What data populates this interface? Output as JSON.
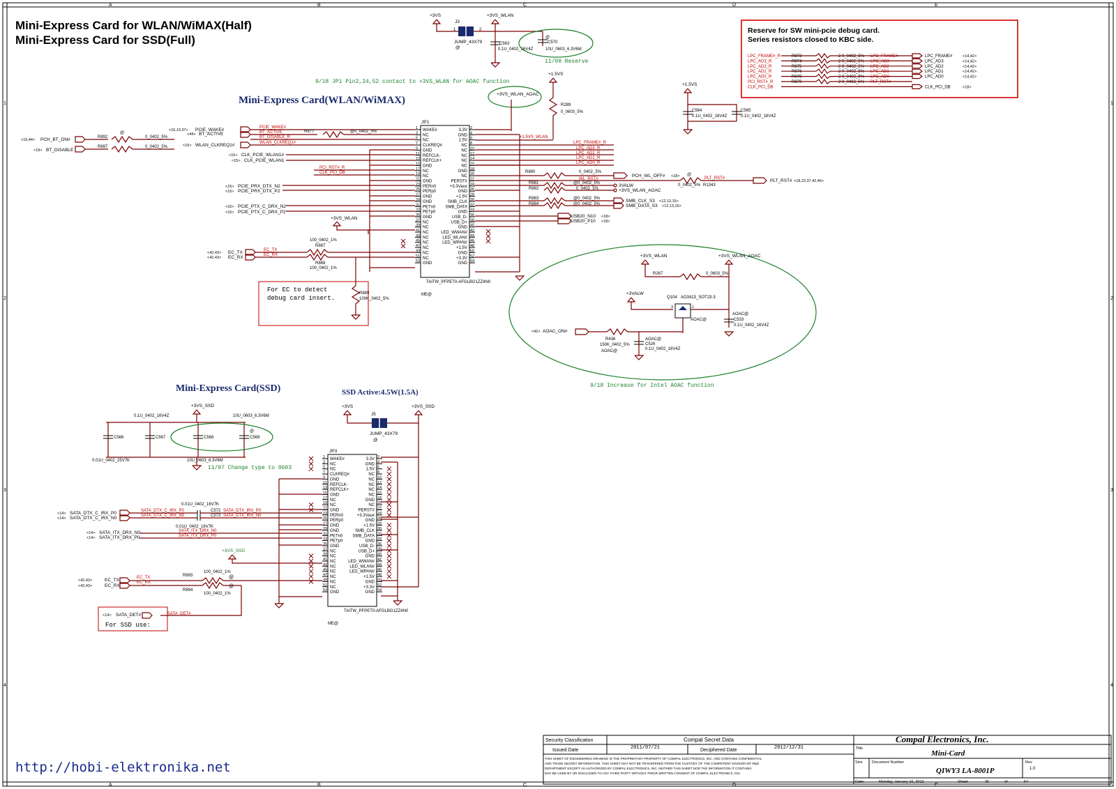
{
  "titles": {
    "line1": "Mini-Express Card for WLAN/WiMAX(Half)",
    "line2": "Mini-Express Card for SSD(Full)"
  },
  "reserve_box": {
    "line1": "Reserve for SW mini-pcie debug card.",
    "line2": "Series resistors closed to KBC side.",
    "rows": [
      {
        "left": "LPC_FRAME#_R",
        "ref": "R873",
        "val": "0_0402_5%",
        "right": "LPC_FRAME#",
        "net": "LPC_FRAME#",
        "refs": "<14,42>"
      },
      {
        "left": "LPC_AD3_R",
        "ref": "R874",
        "val": "0_0402_5%",
        "right": "LPC_AD3",
        "net": "LPC_AD3",
        "refs": "<14,42>"
      },
      {
        "left": "LPC_AD2_R",
        "ref": "R875",
        "val": "0_0402_5%",
        "right": "LPC_AD2",
        "net": "LPC_AD2",
        "refs": "<14,42>"
      },
      {
        "left": "LPC_AD1_R",
        "ref": "R876",
        "val": "0_0402_5%",
        "right": "LPC_AD1",
        "net": "LPC_AD1",
        "refs": "<14,42>"
      },
      {
        "left": "LPC_AD0_R",
        "ref": "R878",
        "val": "0_0402_5%",
        "right": "LPC_AD0",
        "net": "LPC_AD0",
        "refs": "<14,42>"
      },
      {
        "left": "PCI_RST#_R",
        "ref": "R879",
        "val": "0_0402_5%",
        "right": "PLT_RST#",
        "net": "",
        "refs": ""
      },
      {
        "left": "CLK_PCI_DB",
        "ref": "",
        "val": "",
        "right": "",
        "net": "CLK_PCI_DB",
        "refs": "<18>"
      }
    ]
  },
  "top_jumper": {
    "p3vs": "+3VS",
    "j3": "J3",
    "jump": "JUMP_43X79",
    "at": "@",
    "p3vs_wlan": "+3VS_WLAN",
    "c563": "C563",
    "c563v": "0.1U_0402_16V4Z",
    "c570": "C570",
    "c570v": "10U_0603_6.3V6M",
    "note": "11/08 Reserve"
  },
  "note_jp1": "9/18 JP1 Pin2,24,52  contact to +3VS_WLAN for AOAC function",
  "wlan_title": "Mini-Express Card(WLAN/WiMAX)",
  "aoac_bubble": "+3VS_WLAN_AOAC",
  "r289": {
    "p": "+1.5VS",
    "ref": "R289",
    "val": "0_0603_5%"
  },
  "c564": {
    "p": "+1.5VS",
    "ref": "C564",
    "val": "0.1U_0402_16V4Z",
    "ref2": "C565",
    "val2": "0.1U_0402_16V4Z"
  },
  "left_nets": {
    "pcie_wake": "PCIE_WAKE#",
    "pcie_wake_refs": "<16,19,37>",
    "bt_active": "BT_ACTIVE",
    "bt_active_refs": "<44>",
    "wlan_clkreq": "WLAN_CLKREQ1#",
    "wlan_clkreq_refs": "<15>",
    "pch_bt_on": "PCH_BT_ON#",
    "pch_bt_on_refs": "<19,44>",
    "bt_disable": "BT_DISABLE",
    "bt_disable_refs": "<19>",
    "r892": "R892",
    "r897": "R897",
    "rval": "0_0402_5%",
    "at": "@",
    "r877": "R877",
    "r877v": "@0_0402_5%",
    "clk_p": "CLK_PCIE_WLAN1#",
    "clk_n": "CLK_PCIE_WLAN1",
    "clk_refs": "<15>",
    "pci_rst": "PCI_RST#_R",
    "clk_pci_db": "CLK_PCI_DB",
    "prx_n": "PCIE_PRX_DTX_N2",
    "prx_p": "PCIE_PRX_DTX_P2",
    "ptx_n": "PCIE_PTX_C_DRX_N2",
    "ptx_p": "PCIE_PTX_C_DRX_P2",
    "pcie_refs": "<15>",
    "p3vs_wlan": "+3VS_WLAN",
    "ec_tx": "EC_TX",
    "ec_rx": "EC_RX",
    "ec_refs": "<42,43>",
    "r887": "R887",
    "r888": "R888",
    "r887v": "100_0402_1%",
    "r888v": "100_0402_1%",
    "bt_active_r": "BT_ACTIVE",
    "bt_disable_r": "BT_DISABLE_R",
    "wlan_clkreq_r": "WLAN_CLKREQ1#",
    "pcie_wake_r": "PCIE_WAKE#"
  },
  "ec_detect": {
    "line1": "For EC to detect",
    "line2": "debug card insert.",
    "r889": "R889",
    "r889v": "100K_0402_5%"
  },
  "jp1": {
    "ref": "JP1",
    "part": "TAITW_PFPET0-AFGLBG1ZZ4N0",
    "me": "ME@",
    "left_pins": [
      {
        "n": "1",
        "s": "WAKE#"
      },
      {
        "n": "3",
        "s": "NC"
      },
      {
        "n": "5",
        "s": "NC"
      },
      {
        "n": "7",
        "s": "CLKREQ#"
      },
      {
        "n": "9",
        "s": "GND"
      },
      {
        "n": "11",
        "s": "REFCLK-"
      },
      {
        "n": "13",
        "s": "REFCLK+"
      },
      {
        "n": "15",
        "s": "GND"
      },
      {
        "n": "17",
        "s": "NC"
      },
      {
        "n": "19",
        "s": "NC"
      },
      {
        "n": "21",
        "s": "GND"
      },
      {
        "n": "23",
        "s": "PERn0"
      },
      {
        "n": "25",
        "s": "PERp0"
      },
      {
        "n": "27",
        "s": "GND"
      },
      {
        "n": "29",
        "s": "GND"
      },
      {
        "n": "31",
        "s": "PETn0"
      },
      {
        "n": "33",
        "s": "PETp0"
      },
      {
        "n": "35",
        "s": "GND"
      },
      {
        "n": "37",
        "s": "NC"
      },
      {
        "n": "39",
        "s": "NC"
      },
      {
        "n": "41",
        "s": "NC"
      },
      {
        "n": "43",
        "s": "NC"
      },
      {
        "n": "45",
        "s": "NC"
      },
      {
        "n": "47",
        "s": "NC"
      },
      {
        "n": "49",
        "s": "NC"
      },
      {
        "n": "51",
        "s": "NC"
      },
      {
        "n": "53",
        "s": "GND"
      }
    ],
    "right_pins": [
      {
        "n": "2",
        "s": "3.3V"
      },
      {
        "n": "4",
        "s": "GND"
      },
      {
        "n": "6",
        "s": "1.5V"
      },
      {
        "n": "8",
        "s": "NC"
      },
      {
        "n": "10",
        "s": "NC"
      },
      {
        "n": "12",
        "s": "NC"
      },
      {
        "n": "14",
        "s": "NC"
      },
      {
        "n": "16",
        "s": "NC"
      },
      {
        "n": "18",
        "s": "GND"
      },
      {
        "n": "20",
        "s": "NC"
      },
      {
        "n": "22",
        "s": "PERST#"
      },
      {
        "n": "24",
        "s": "+3.3Vaux"
      },
      {
        "n": "26",
        "s": "GND"
      },
      {
        "n": "28",
        "s": "+1.5V"
      },
      {
        "n": "30",
        "s": "SMB_CLK"
      },
      {
        "n": "32",
        "s": "SMB_DATA"
      },
      {
        "n": "34",
        "s": "GND"
      },
      {
        "n": "36",
        "s": "USB_D-"
      },
      {
        "n": "38",
        "s": "USB_D+"
      },
      {
        "n": "40",
        "s": "GND"
      },
      {
        "n": "42",
        "s": "LED_WWAN#"
      },
      {
        "n": "44",
        "s": "LED_WLAN#"
      },
      {
        "n": "46",
        "s": "LED_WPAN#"
      },
      {
        "n": "48",
        "s": "+1.5V"
      },
      {
        "n": "50",
        "s": "GND"
      },
      {
        "n": "52",
        "s": "+3.3V"
      },
      {
        "n": "54",
        "s": "GND"
      }
    ]
  },
  "right_nets": {
    "p15vs_wlan": "+1.5VS_WLAN",
    "lpc_frame": "LPC_FRAME#_R",
    "lpc_ad3": "LPC_AD3_R",
    "lpc_ad2": "LPC_AD2_R",
    "lpc_ad1": "LPC_AD1_R",
    "lpc_ad0": "LPC_AD0_R",
    "r880": "R880",
    "r880v": "0_0402_5%",
    "pch_wl_off": "PCH_WL_OFF#",
    "pch_wl_off_refs": "<18>",
    "wl_rst": "WL_RST#",
    "plt_rst": "PLT_RST#",
    "plt_rst_refs": "<18,23,37,42,46>",
    "r1343": "R1343",
    "r1343v": "0_0402_5%",
    "at": "@",
    "r881": "R881",
    "r882": "R882",
    "r881v": "@0_0402_5%",
    "r882v": "0_0402_5%",
    "n3valw": "3VALW",
    "n3vs_aoac": "+3VS_WLAN_AOAC",
    "r883": "R883",
    "r884": "R884",
    "r883v": "@0_0402_5%",
    "r884v": "@0_0402_5%",
    "smb_clk": "SMB_CLK_S3",
    "smb_data": "SMB_DATA_S3",
    "smb_refs": "<12,13,15>",
    "usb_n": "USB20_N10",
    "usb_p": "USB20_P10",
    "usb_refs": "<18>"
  },
  "aoac": {
    "p3vs_wlan": "+3VS_WLAN",
    "p3vs_wlan_aoac": "+3VS_WLAN_AOAC",
    "r267": "R267",
    "r267v": "0_0603_5%",
    "p3valw": "+3VALW",
    "q104": "Q104",
    "q104v": "AO3413_SOT23-3",
    "aoac_at": "AOAC@",
    "c533": "C533",
    "c533v": "0.1U_0402_16V4Z",
    "aoac_on": "AOAC_ON#",
    "aoac_on_refs": "<42>",
    "r436": "R436",
    "r436v": "150K_0402_5%",
    "c526": "C526",
    "c526v": "0.1U_0402_16V4Z",
    "note": "9/18 Increase for Intel AOAC function"
  },
  "ssd_title": "Mini-Express Card(SSD)",
  "ssd_active": "SSD Active:4.5W(1.5A)",
  "ssd_caps": {
    "p3vs_ssd": "+3VS_SSD",
    "c566": "C566",
    "c567": "C567",
    "c568": "C568",
    "c569": "C569",
    "v1": "0.1U_0402_16V4Z",
    "v2": "10U_0603_6.3V6M",
    "v3": "0.01U_0402_25V7K",
    "v4": "10U_0603_6.3V6M",
    "note": "11/07 Change type to 0603",
    "at": "@"
  },
  "j5": {
    "p3vs": "+3VS",
    "ref": "J5",
    "jump": "JUMP_43X79",
    "at": "@",
    "p3vs_ssd": "+3VS_SSD"
  },
  "jp3": {
    "ref": "JP3",
    "part": "TAITW_PFPET0-AFGLBG1ZZ4N0",
    "me": "ME@",
    "left_pins": [
      {
        "n": "1",
        "s": "WAKE#"
      },
      {
        "n": "3",
        "s": "NC"
      },
      {
        "n": "5",
        "s": "NC"
      },
      {
        "n": "7",
        "s": "CLKREQ#"
      },
      {
        "n": "9",
        "s": "GND"
      },
      {
        "n": "11",
        "s": "REFCLK-"
      },
      {
        "n": "13",
        "s": "REFCLK+"
      },
      {
        "n": "15",
        "s": "GND"
      },
      {
        "n": "17",
        "s": "NC"
      },
      {
        "n": "19",
        "s": "NC"
      },
      {
        "n": "21",
        "s": "GND"
      },
      {
        "n": "23",
        "s": "PERn0"
      },
      {
        "n": "25",
        "s": "PERp0"
      },
      {
        "n": "27",
        "s": "GND"
      },
      {
        "n": "29",
        "s": "GND"
      },
      {
        "n": "31",
        "s": "PETn0"
      },
      {
        "n": "33",
        "s": "PETp0"
      },
      {
        "n": "35",
        "s": "GND"
      },
      {
        "n": "37",
        "s": "NC"
      },
      {
        "n": "39",
        "s": "NC"
      },
      {
        "n": "41",
        "s": "NC"
      },
      {
        "n": "43",
        "s": "NC"
      },
      {
        "n": "45",
        "s": "NC"
      },
      {
        "n": "47",
        "s": "NC"
      },
      {
        "n": "49",
        "s": "NC"
      },
      {
        "n": "51",
        "s": "NC"
      },
      {
        "n": "53",
        "s": "GND"
      }
    ],
    "right_pins": [
      {
        "n": "2",
        "s": "3.3V"
      },
      {
        "n": "4",
        "s": "GND"
      },
      {
        "n": "6",
        "s": "1.5V"
      },
      {
        "n": "8",
        "s": "NC"
      },
      {
        "n": "10",
        "s": "NC"
      },
      {
        "n": "12",
        "s": "NC"
      },
      {
        "n": "14",
        "s": "NC"
      },
      {
        "n": "16",
        "s": "NC"
      },
      {
        "n": "18",
        "s": "GND"
      },
      {
        "n": "20",
        "s": "NC"
      },
      {
        "n": "22",
        "s": "PERST#"
      },
      {
        "n": "24",
        "s": "+3.3Vaux"
      },
      {
        "n": "26",
        "s": "GND"
      },
      {
        "n": "28",
        "s": "+1.5V"
      },
      {
        "n": "30",
        "s": "SMB_CLK"
      },
      {
        "n": "32",
        "s": "SMB_DATA"
      },
      {
        "n": "34",
        "s": "GND"
      },
      {
        "n": "36",
        "s": "USB_D-"
      },
      {
        "n": "38",
        "s": "USB_D+"
      },
      {
        "n": "40",
        "s": "GND"
      },
      {
        "n": "42",
        "s": "LED_WWAN#"
      },
      {
        "n": "44",
        "s": "LED_WLAN#"
      },
      {
        "n": "46",
        "s": "LED_WPAN#"
      },
      {
        "n": "48",
        "s": "+1.5V"
      },
      {
        "n": "50",
        "s": "GND"
      },
      {
        "n": "52",
        "s": "+3.3V"
      },
      {
        "n": "54",
        "s": "GND"
      }
    ]
  },
  "ssd_nets": {
    "sata_dtx_p": "SATA_DTX_C_IRX_P0",
    "sata_dtx_n": "SATA_DTX_C_IRX_N0",
    "sata_dtx_refs": "<14>",
    "c572": "C572",
    "c573": "C573",
    "c57v": "0.01U_0402_16V7K",
    "sata_dtx_p_r": "SATA_DTX_IRX_P0",
    "sata_dtx_n_r": "SATA_DTX_IRX_N0",
    "sata_itx_n": "SATA_ITX_DRX_N0",
    "sata_itx_p": "SATA_ITX_DRX_P0",
    "sata_itx_refs": "<14>",
    "p3vs_ssd": "+3VS_SSD",
    "ec_tx": "EC_TX",
    "ec_rx": "EC_RX",
    "ec_refs": "<42,43>",
    "r893": "R893",
    "r894": "R894",
    "rv": "100_0402_1%",
    "at": "@",
    "sata_det": "SATA_DET#",
    "sata_det_refs": "<14>",
    "for_ssd": "For SSD use:"
  },
  "title_block": {
    "security": "Security Classification",
    "secret": "Compal Secret Data",
    "issued": "Issued Date",
    "issued_v": "2011/07/21",
    "deciph": "Deciphered Date",
    "deciph_v": "2012/12/31",
    "company": "Compal Electronics, Inc.",
    "legal1": "THIS SHEET OF ENGINEERING DRAWING IS THE PROPRIETARY PROPERTY OF COMPAL ELECTRONICS, INC. AND CONTAINS CONFIDENTIAL",
    "legal2": "AND TRADE SECRET INFORMATION. THIS SHEET MAY NOT BE TRANSFERED FROM THE CUSTODY OF THE COMPETENT DIVISION OF R&D",
    "legal3": "DEPARTMENT EXCEPT AS AUTHORIZED BY COMPAL ELECTRONICS, INC. NEITHER THIS SHEET NOR THE INFORMATION IT CONTAINS",
    "legal4": "MAY BE USED BY OR DISCLOSED TO ANY THIRD PARTY WITHOUT PRIOR WRITTEN CONSENT OF COMPAL ELECTRONICS, INC.",
    "title_lbl": "Title",
    "title": "Mini-Card",
    "size": "Size",
    "docnum": "Document Number",
    "doc": "QIWY3 LA-8001P",
    "rev": "Rev",
    "rev_v": "1.0",
    "date_lbl": "Date:",
    "date": "Monday, January 16, 2012",
    "sheet": "Sheet",
    "sheet_v": "36",
    "of": "of",
    "of_v": "64"
  },
  "grid": {
    "cols": [
      "A",
      "B",
      "C",
      "D",
      "E"
    ],
    "rows": [
      "1",
      "2",
      "3",
      "4"
    ]
  },
  "watermark": "http://hobi-elektronika.net"
}
